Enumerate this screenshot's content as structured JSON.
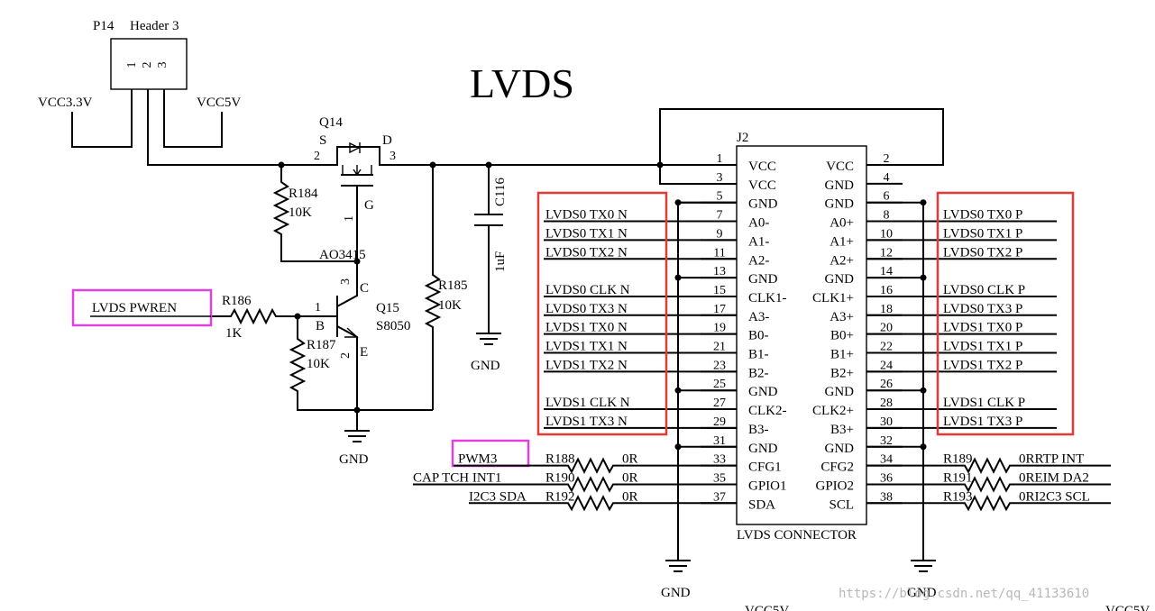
{
  "title": "LVDS",
  "header": {
    "ref": "P14",
    "value": "Header 3",
    "pins": [
      "1",
      "2",
      "3"
    ]
  },
  "power": {
    "vcc33": "VCC3.3V",
    "vcc5": "VCC5V",
    "gnd": "GND"
  },
  "q14": {
    "ref": "Q14",
    "part": "AO3415",
    "s": "S",
    "d": "D",
    "g": "G",
    "pin_s": "2",
    "pin_d": "3",
    "pin_g": "1"
  },
  "q15": {
    "ref": "Q15",
    "part": "S8050",
    "b": "B",
    "c": "C",
    "e": "E",
    "pin_b": "1",
    "pin_c": "3",
    "pin_e": "2"
  },
  "r184": {
    "ref": "R184",
    "value": "10K"
  },
  "r185": {
    "ref": "R185",
    "value": "10K"
  },
  "r186": {
    "ref": "R186",
    "value": "1K"
  },
  "r187": {
    "ref": "R187",
    "value": "10K"
  },
  "c116": {
    "ref": "C116",
    "value": "1uF"
  },
  "pwren": "LVDS_PWREN",
  "connector": {
    "ref": "J2",
    "name": "LVDS CONNECTOR",
    "rows": [
      {
        "lp": "1",
        "ln": "VCC",
        "rn": "VCC",
        "rp": "2",
        "lnet": "",
        "rnet": ""
      },
      {
        "lp": "3",
        "ln": "VCC",
        "rn": "GND",
        "rp": "4",
        "lnet": "",
        "rnet": ""
      },
      {
        "lp": "5",
        "ln": "GND",
        "rn": "GND",
        "rp": "6",
        "lnet": "",
        "rnet": ""
      },
      {
        "lp": "7",
        "ln": "A0-",
        "rn": "A0+",
        "rp": "8",
        "lnet": "LVDS0_TX0_N",
        "rnet": "LVDS0_TX0_P"
      },
      {
        "lp": "9",
        "ln": "A1-",
        "rn": "A1+",
        "rp": "10",
        "lnet": "LVDS0_TX1_N",
        "rnet": "LVDS0_TX1_P"
      },
      {
        "lp": "11",
        "ln": "A2-",
        "rn": "A2+",
        "rp": "12",
        "lnet": "LVDS0_TX2_N",
        "rnet": "LVDS0_TX2_P"
      },
      {
        "lp": "13",
        "ln": "GND",
        "rn": "GND",
        "rp": "14",
        "lnet": "",
        "rnet": ""
      },
      {
        "lp": "15",
        "ln": "CLK1-",
        "rn": "CLK1+",
        "rp": "16",
        "lnet": "LVDS0_CLK_N",
        "rnet": "LVDS0_CLK_P"
      },
      {
        "lp": "17",
        "ln": "A3-",
        "rn": "A3+",
        "rp": "18",
        "lnet": "LVDS0_TX3_N",
        "rnet": "LVDS0_TX3_P"
      },
      {
        "lp": "19",
        "ln": "B0-",
        "rn": "B0+",
        "rp": "20",
        "lnet": "LVDS1_TX0_N",
        "rnet": "LVDS1_TX0_P"
      },
      {
        "lp": "21",
        "ln": "B1-",
        "rn": "B1+",
        "rp": "22",
        "lnet": "LVDS1_TX1_N",
        "rnet": "LVDS1_TX1_P"
      },
      {
        "lp": "23",
        "ln": "B2-",
        "rn": "B2+",
        "rp": "24",
        "lnet": "LVDS1_TX2_N",
        "rnet": "LVDS1_TX2_P"
      },
      {
        "lp": "25",
        "ln": "GND",
        "rn": "GND",
        "rp": "26",
        "lnet": "",
        "rnet": ""
      },
      {
        "lp": "27",
        "ln": "CLK2-",
        "rn": "CLK2+",
        "rp": "28",
        "lnet": "LVDS1_CLK_N",
        "rnet": "LVDS1_CLK_P"
      },
      {
        "lp": "29",
        "ln": "B3-",
        "rn": "B3+",
        "rp": "30",
        "lnet": "LVDS1_TX3_N",
        "rnet": "LVDS1_TX3_P"
      },
      {
        "lp": "31",
        "ln": "GND",
        "rn": "GND",
        "rp": "32",
        "lnet": "",
        "rnet": ""
      },
      {
        "lp": "33",
        "ln": "CFG1",
        "rn": "CFG2",
        "rp": "34",
        "lnet": "",
        "rnet": ""
      },
      {
        "lp": "35",
        "ln": "GPIO1",
        "rn": "GPIO2",
        "rp": "36",
        "lnet": "",
        "rnet": ""
      },
      {
        "lp": "37",
        "ln": "SDA",
        "rn": "SCL",
        "rp": "38",
        "lnet": "",
        "rnet": ""
      }
    ]
  },
  "left_res": [
    {
      "ref": "R188",
      "value": "0R",
      "net": "PWM3"
    },
    {
      "ref": "R190",
      "value": "0R",
      "net": "CAP_TCH_INT1"
    },
    {
      "ref": "R192",
      "value": "0R",
      "net": "I2C3_SDA"
    }
  ],
  "right_res": [
    {
      "ref": "R189",
      "value": "0R",
      "net": "RTP_INT"
    },
    {
      "ref": "R191",
      "value": "0R",
      "net": "EIM_DA2"
    },
    {
      "ref": "R193",
      "value": "0R",
      "net": "I2C3_SCL"
    }
  ],
  "watermark": "https://blog.csdn.net/qq_41133610",
  "colors": {
    "red_box": "#e53935",
    "magenta_box": "#e040e0",
    "wire": "#000000",
    "watermark": "#b8b8b8"
  }
}
